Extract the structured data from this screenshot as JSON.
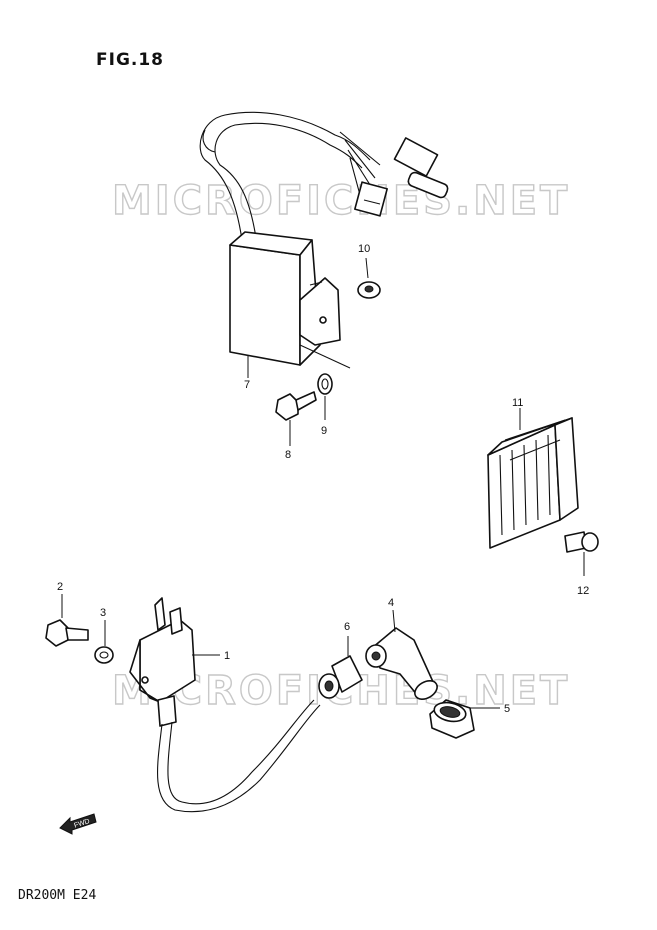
{
  "figure": {
    "title": "FIG.18",
    "model_code": "DR200M  E24"
  },
  "watermark": {
    "text": "MICROFICHES.NET"
  },
  "callouts": [
    "1",
    "2",
    "3",
    "4",
    "5",
    "6",
    "7",
    "8",
    "9",
    "10",
    "11",
    "12"
  ],
  "direction_marker": {
    "text": "FWD",
    "icon": "fwd-arrow-icon"
  }
}
